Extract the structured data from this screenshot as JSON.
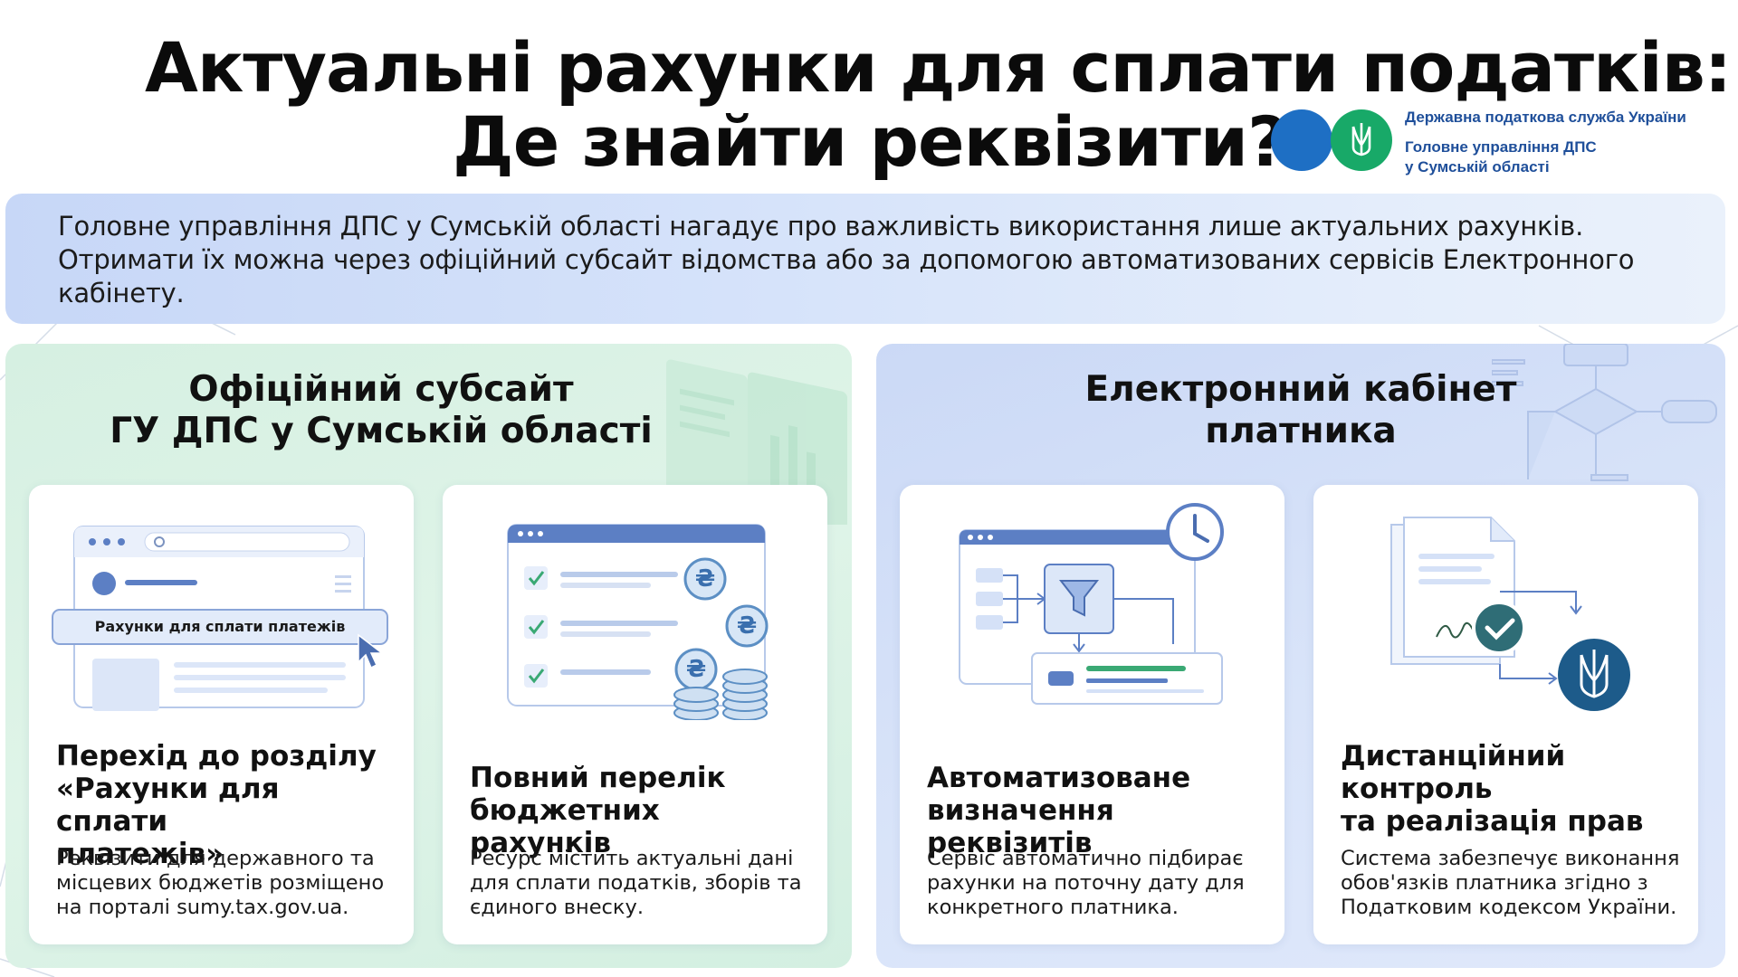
{
  "header": {
    "title_line1": "Актуальні рахунки для сплати податків:",
    "title_line2": "Де знайти реквізити?",
    "logo_org": "Державна податкова служба України",
    "logo_dept_line1": "Головне управління ДПС",
    "logo_dept_line2": "у Сумській області"
  },
  "intro": {
    "text": "Головне управління ДПС у Сумській області нагадує про важливість використання лише актуальних рахунків. Отримати їх можна через офіційний субсайт відомства або за допомогою автоматизованих сервісів Електронного кабінету."
  },
  "left_panel": {
    "title_line1": "Офіційний субсайт",
    "title_line2": "ГУ ДПС у Сумській області",
    "cards": [
      {
        "illustration_label": "Рахунки для сплати платежів",
        "title_line1": "Перехід до розділу",
        "title_line2": "«Рахунки для сплати",
        "title_line3": "платежів»",
        "text": "Реквізити для державного та місцевих бюджетів розміщено на порталі sumy.tax.gov.ua."
      },
      {
        "currency_symbol": "₴",
        "title_line1": "Повний перелік",
        "title_line2": "бюджетних рахунків",
        "text": "Ресурс містить актуальні дані для сплати податків, зборів та єдиного внеску."
      }
    ]
  },
  "right_panel": {
    "title_line1": "Електронний кабінет",
    "title_line2": "платника",
    "cards": [
      {
        "title_line1": "Автоматизоване",
        "title_line2": "визначення реквізитів",
        "text": "Сервіс автоматично підбирає рахунки на поточну дату для конкретного платника."
      },
      {
        "title_line1": "Дистанційний",
        "title_line2": "контроль",
        "title_line3": "та реалізація прав",
        "text": "Система забезпечує виконання обов'язків платника згідно з Податковим кодексом України."
      }
    ]
  },
  "colors": {
    "dps_blue": "#1e6fc4",
    "dps_green": "#18a968",
    "accent_blue": "#5a7fc4",
    "left_panel_bg": "#d8f1e4",
    "right_panel_bg": "#d4e0f8",
    "intro_bg": "#d3e0f8"
  }
}
